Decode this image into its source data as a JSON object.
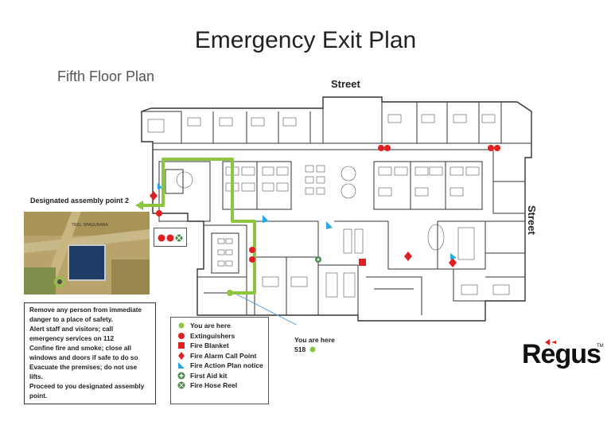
{
  "title": "Emergency Exit Plan",
  "subtitle": "Fifth Floor Plan",
  "street_top": "Street",
  "street_right": "Street",
  "assembly_point_label": "Designated assembly point 2",
  "instructions": [
    "Remove any person from immediate",
    "danger to a place of safety.",
    "Alert staff and visitors; call",
    "emergency services on 112",
    "Confine fire and smoke; close all",
    "windows and doors if safe to do so",
    "Evacuate the premises; do not use",
    "lifts.",
    "Proceed to you designated assembly",
    "point."
  ],
  "legend": [
    {
      "label": "You are here",
      "icon": "you-are-here-dot",
      "color": "#8cc63f"
    },
    {
      "label": "Extinguishers",
      "icon": "extinguisher-dot",
      "color": "#e02020"
    },
    {
      "label": "Fire Blanket",
      "icon": "fire-blanket-square",
      "color": "#e02020"
    },
    {
      "label": "Fire Alarm Call Point",
      "icon": "alarm-call-point-diamond",
      "color": "#e02020"
    },
    {
      "label": "Fire Action Plan notice",
      "icon": "action-plan-triangle",
      "color": "#29a8e0"
    },
    {
      "label": "First Aid kit",
      "icon": "first-aid-cross",
      "color": "#8cc63f"
    },
    {
      "label": "Fire Hose Reel",
      "icon": "hose-reel-symbol",
      "color": "#4a8a4a"
    }
  ],
  "you_are_here": {
    "label": "You are here",
    "room": "518"
  },
  "photo_label": "TRIG. SPAGUNARA",
  "logo": "Regus",
  "logo_tm": "TM",
  "colors": {
    "route": "#8cc63f",
    "fire_red": "#e02020",
    "notice_blue": "#29a8e0",
    "wall": "#333333"
  }
}
